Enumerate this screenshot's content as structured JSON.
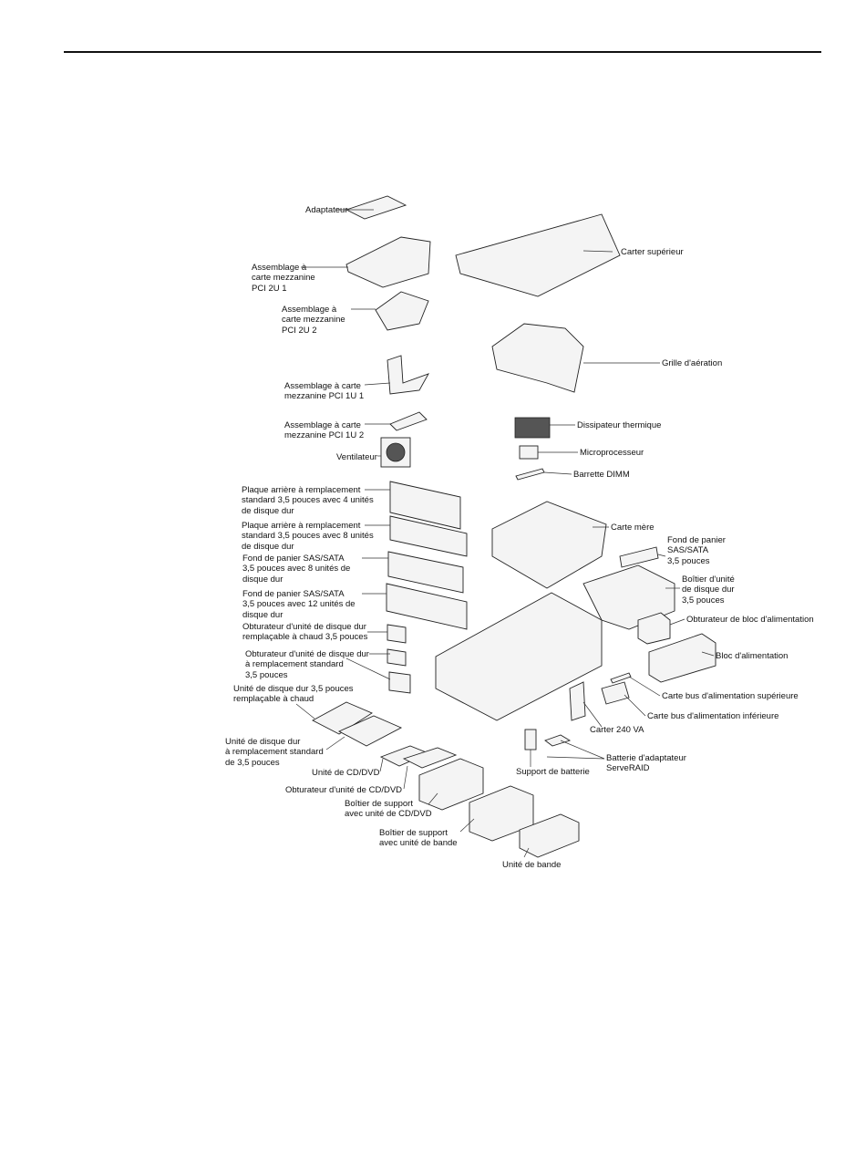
{
  "figure": {
    "left_labels": [
      "Adaptateur",
      "Assemblage à\ncarte mezzanine\nPCI 2U 1",
      "Assemblage à\ncarte mezzanine\nPCI 2U 2",
      "Assemblage à carte\nmezzanine PCI 1U 1",
      "Assemblage à carte\nmezzanine PCI 1U 2",
      "Ventilateur",
      "Plaque arrière à remplacement\nstandard 3,5 pouces avec 4 unités\nde disque dur",
      "Plaque arrière à remplacement\nstandard 3,5 pouces avec 8 unités\nde disque dur",
      "Fond de panier SAS/SATA\n3,5 pouces avec 8 unités de\ndisque dur",
      "Fond de panier SAS/SATA\n3,5 pouces avec 12 unités de\ndisque dur",
      "Obturateur d'unité de disque dur\nremplaçable à chaud 3,5 pouces",
      "Obturateur d'unité de disque dur\nà remplacement standard\n3,5 pouces",
      "Unité de disque dur 3,5 pouces\nremplaçable à chaud",
      "Unité de disque dur\nà remplacement standard\nde 3,5 pouces",
      "Unité de CD/DVD",
      "Obturateur d'unité de CD/DVD",
      "Boîtier de support\navec unité de CD/DVD",
      "Boîtier de support\navec unité de bande",
      "Unité de bande"
    ],
    "right_labels": [
      "Carter supérieur",
      "Grille d'aération",
      "Dissipateur thermique",
      "Microprocesseur",
      "Barrette DIMM",
      "Carte mère",
      "Fond de panier\nSAS/SATA\n3,5 pouces",
      "Boîtier d'unité\nde disque dur\n3,5 pouces",
      "Obturateur de bloc d'alimentation",
      "Bloc d'alimentation",
      "Carte bus d'alimentation supérieure",
      "Carte bus d'alimentation inférieure",
      "Carter 240 VA",
      "Batterie d'adaptateur\nServeRAID",
      "Support de batterie"
    ]
  }
}
